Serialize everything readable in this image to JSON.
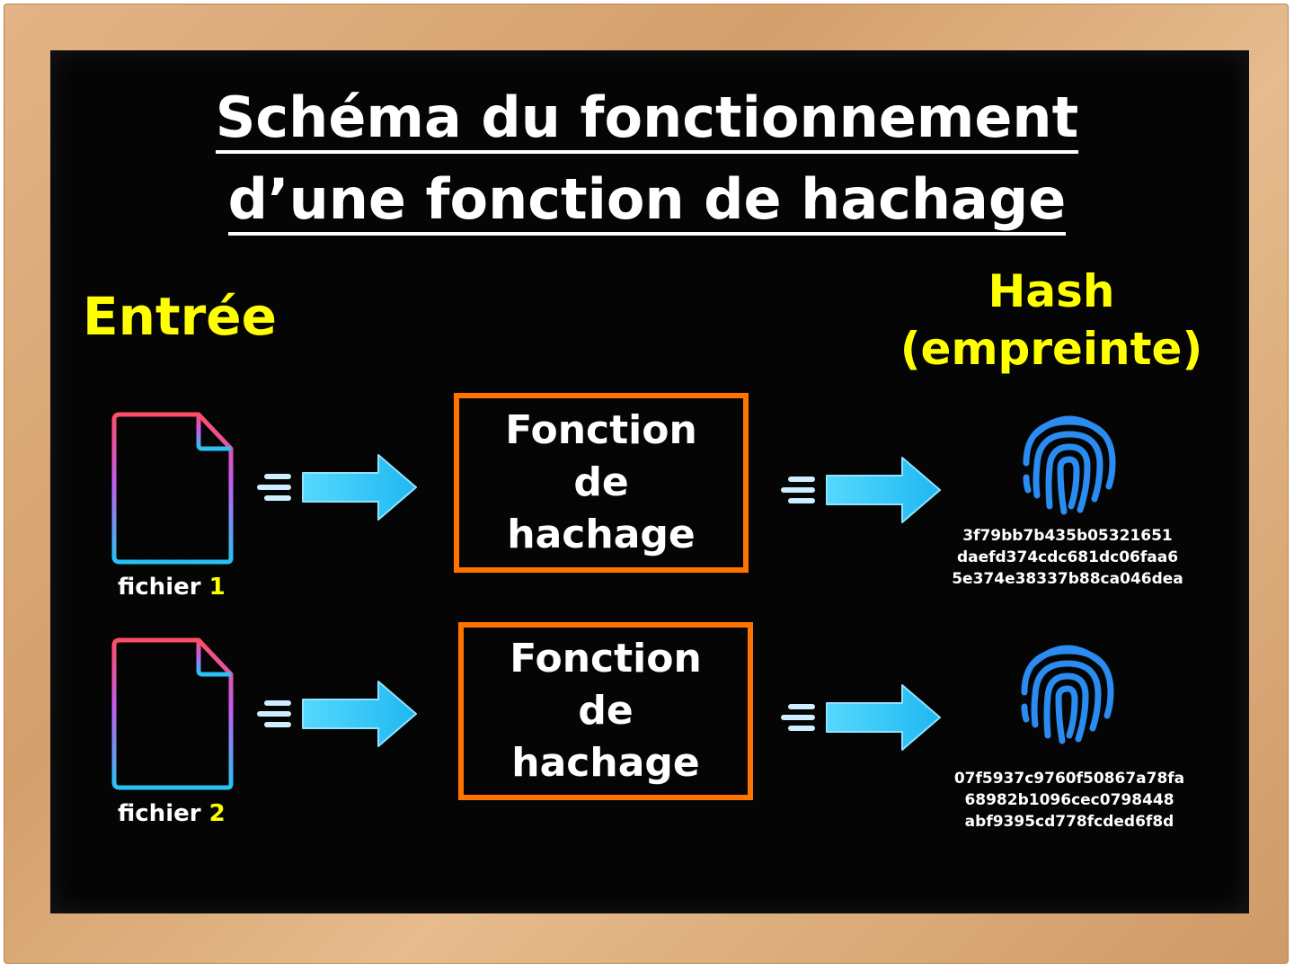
{
  "title": {
    "line1": "Schéma du fonctionnement",
    "line2": "d’une fonction de hachage"
  },
  "input_label": "Entrée",
  "output_label": {
    "line1": "Hash",
    "line2": "(empreinte)"
  },
  "rows": [
    {
      "file_label": "fichier",
      "file_number": "1",
      "function_lines": [
        "Fonction",
        "de",
        "hachage"
      ],
      "hash_lines": [
        "3f79bb7b435b05321651",
        "daefd374cdc681dc06faa6",
        "5e374e38337b88ca046dea"
      ]
    },
    {
      "file_label": "fichier",
      "file_number": "2",
      "function_lines": [
        "Fonction",
        "de",
        "hachage"
      ],
      "hash_lines": [
        "07f5937c9760f50867a78fa",
        "68982b1096cec0798448",
        "abf9395cd778fcded6f8d"
      ]
    }
  ],
  "colors": {
    "board": "#050505",
    "frame": "#d9a774",
    "accent_yellow": "#ffff00",
    "box_orange": "#ff7300",
    "arrow_blue": "#2ec5f5",
    "fingerprint_blue": "#2a8cf0"
  },
  "icons": {
    "document": "document-icon",
    "arrow": "arrow-right-icon",
    "fingerprint": "fingerprint-icon"
  }
}
